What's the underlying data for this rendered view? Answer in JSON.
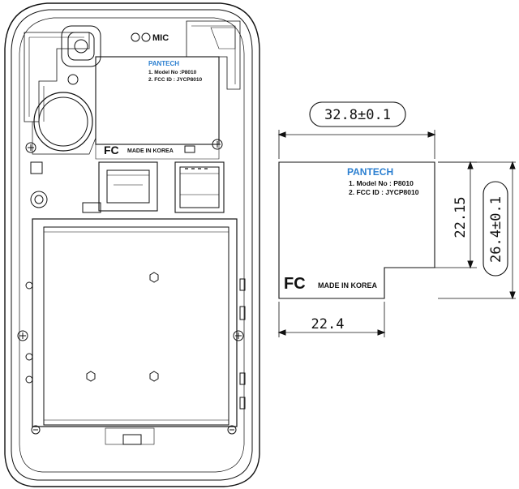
{
  "phone": {
    "mic_label": "MIC",
    "label": {
      "brand": "PANTECH",
      "line1": "1. Model No :P8010",
      "line2": "2. FCC ID : JYCP8010",
      "fc_mark": "FC",
      "made_in": "MADE IN KOREA"
    }
  },
  "detail_label": {
    "brand": "PANTECH",
    "line1": "1. Model No : P8010",
    "line2": "2. FCC ID : JYCP8010",
    "fc_mark": "FC",
    "made_in": "MADE IN KOREA"
  },
  "dimensions": {
    "width_total": "32.8±0.1",
    "width_bottom": "22.4",
    "height_upper": "22.15",
    "height_total": "26.4±0.1"
  },
  "colors": {
    "line": "#111111",
    "brand_blue": "#2b7fd0",
    "background": "#ffffff"
  }
}
